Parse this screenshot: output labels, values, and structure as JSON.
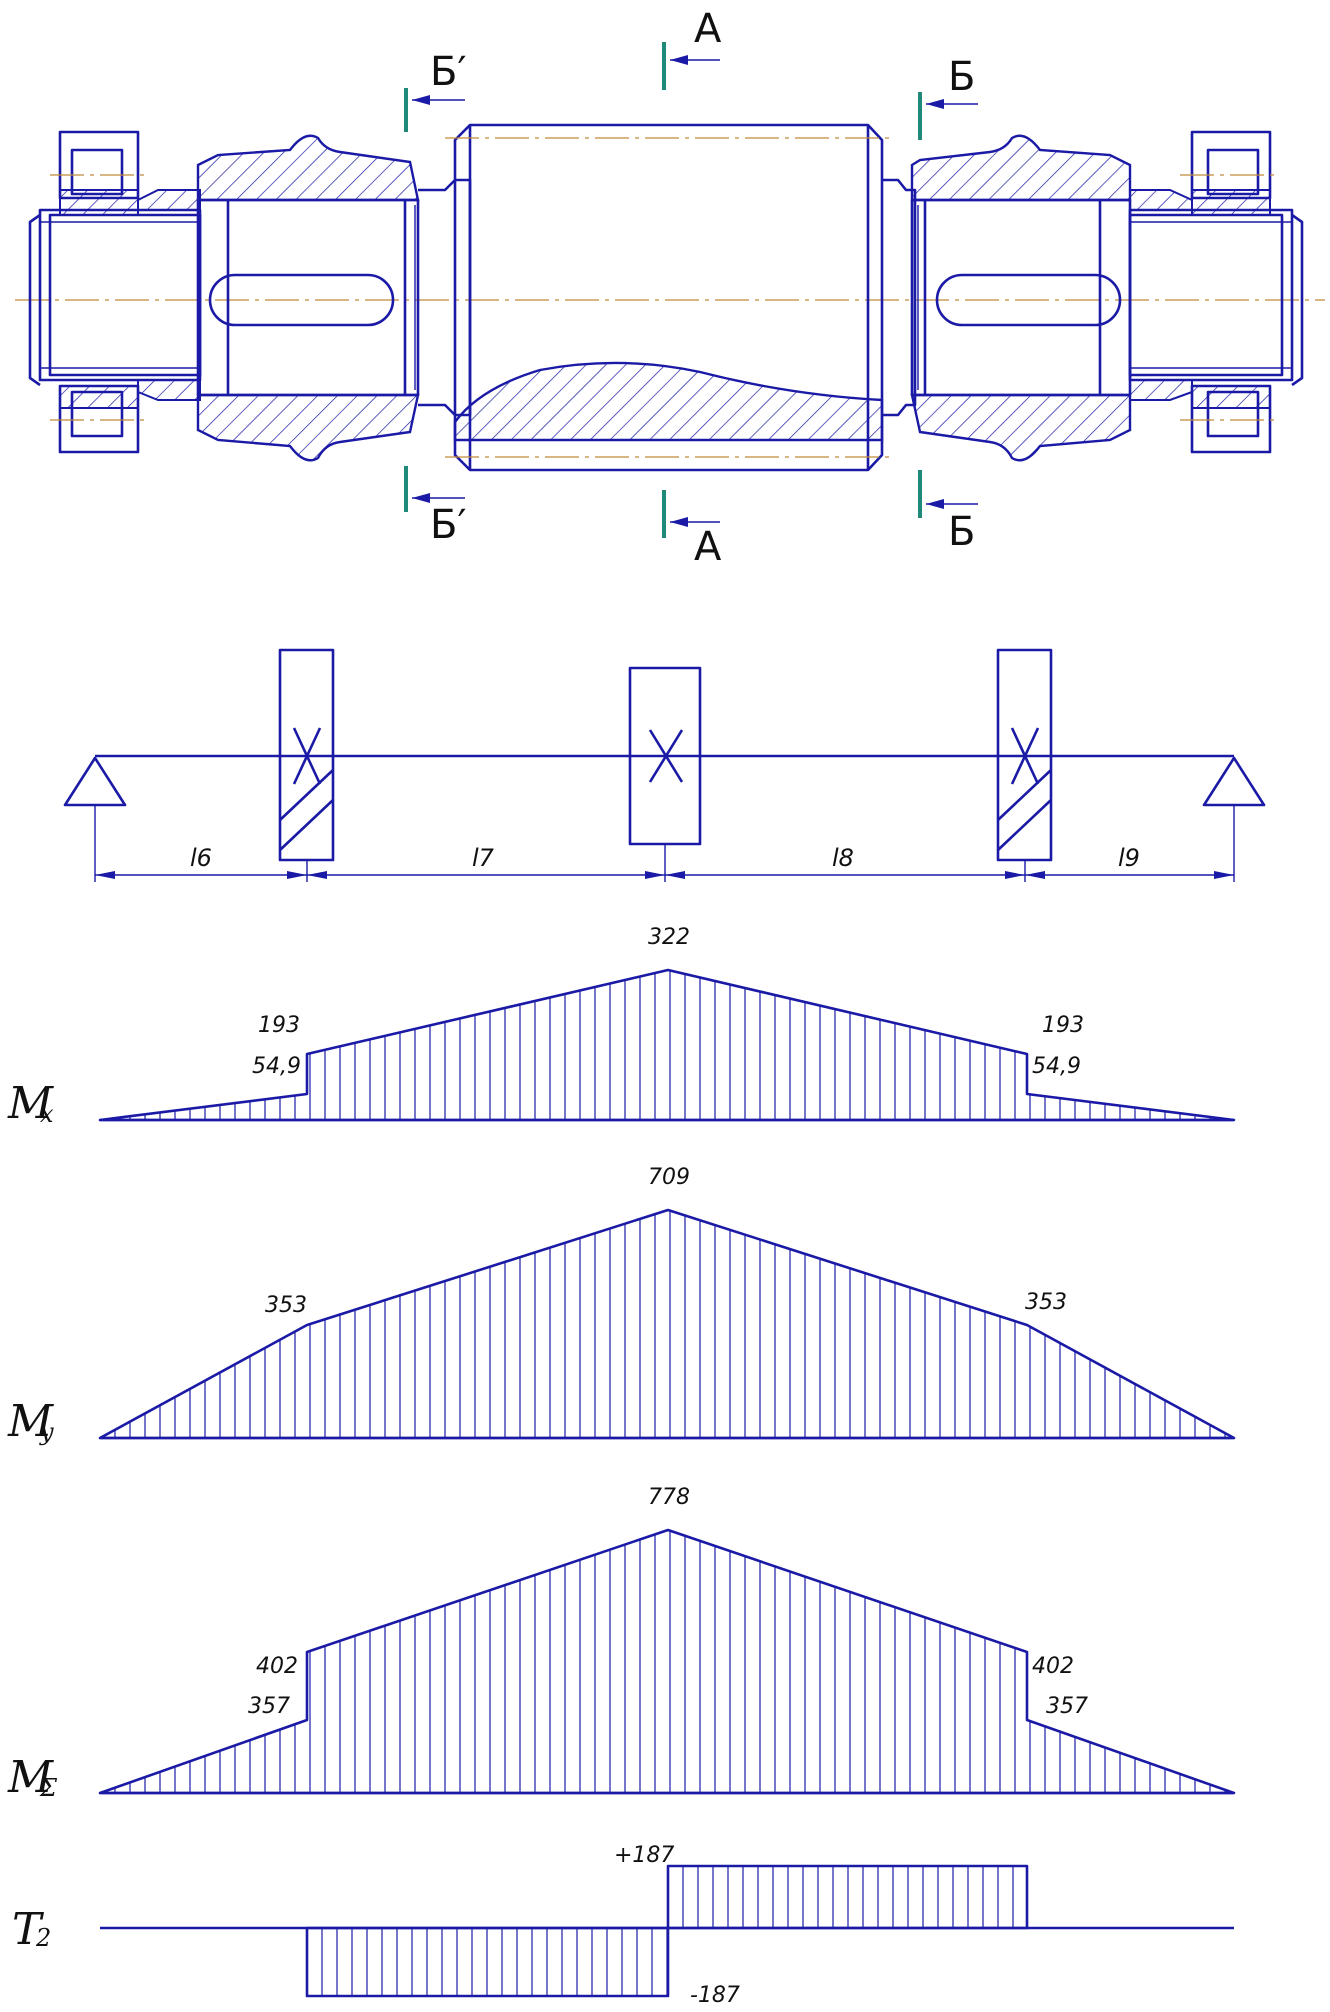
{
  "section_labels": {
    "a_top": "А",
    "a_bottom": "А",
    "b_top": "Б",
    "b_bottom": "Б",
    "b_prime_top": "Б′",
    "b_prime_bottom": "Б′"
  },
  "spans": [
    "l6",
    "l7",
    "l8",
    "l9"
  ],
  "diagrams": [
    {
      "id": "mx",
      "symbol": "M",
      "subscript": "x",
      "labels": {
        "step_left_top": "193",
        "step_left_bottom": "54,9",
        "peak": "322",
        "step_right_top": "193",
        "step_right_bottom": "54,9"
      }
    },
    {
      "id": "my",
      "symbol": "M",
      "subscript": "y",
      "labels": {
        "left": "353",
        "peak": "709",
        "right": "353"
      }
    },
    {
      "id": "msum",
      "symbol": "M",
      "subscript": "Σ",
      "labels": {
        "step_left_top": "402",
        "step_left_bottom": "357",
        "peak": "778",
        "step_right_top": "402",
        "step_right_bottom": "357"
      }
    },
    {
      "id": "t2",
      "symbol": "T",
      "subscript": "2",
      "labels": {
        "positive": "+187",
        "negative": "-187"
      }
    }
  ],
  "colors": {
    "line": "#1a1aa6",
    "centerline": "#c08a3a",
    "section_marks": "#1f8a7a"
  }
}
